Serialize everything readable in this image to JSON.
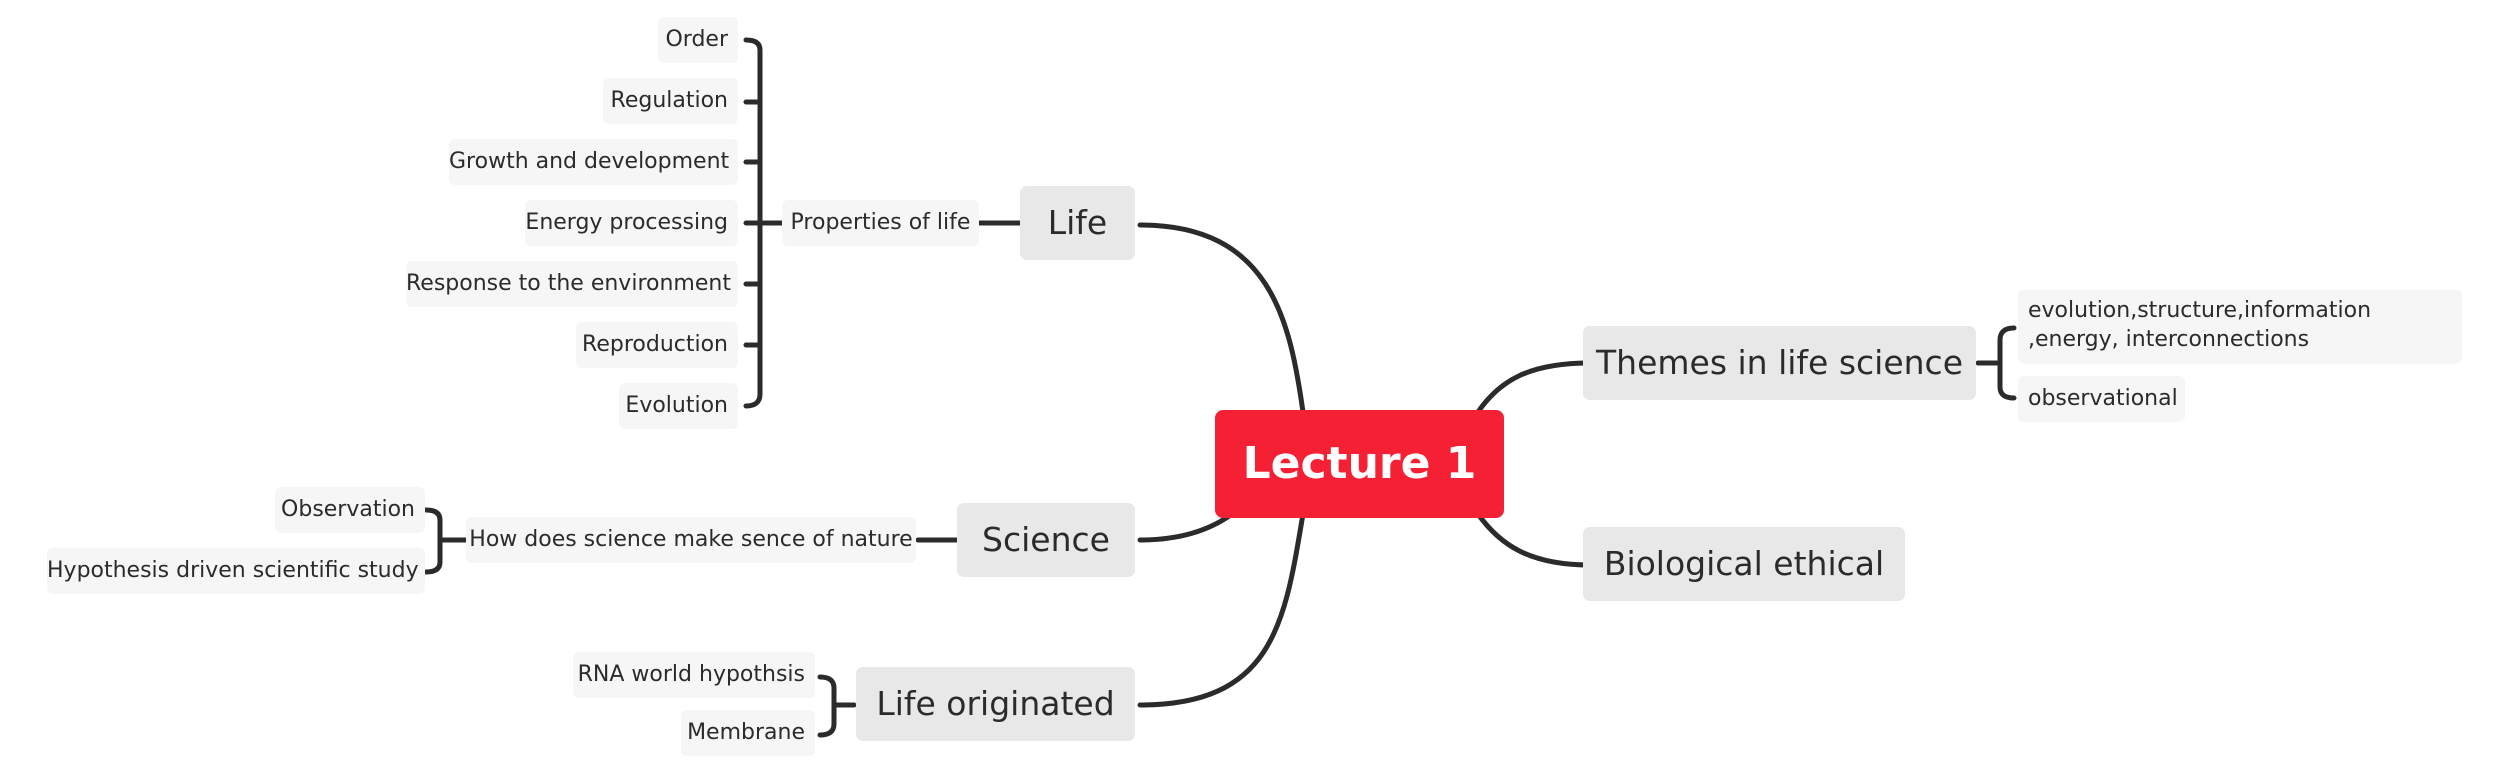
{
  "map": {
    "central": "Lecture 1",
    "life": {
      "label": "Life",
      "properties": {
        "label": "Properties of life",
        "items": [
          "Order",
          "Regulation",
          "Growth and development",
          "Energy processing",
          "Response to the environment",
          "Reproduction",
          "Evolution"
        ]
      }
    },
    "science": {
      "label": "Science",
      "how": {
        "label": "How does science make sence of nature",
        "items": [
          "Observation",
          "Hypothesis driven scientific study"
        ]
      }
    },
    "origin": {
      "label": "Life originated",
      "items": [
        "RNA world hypothsis",
        "Membrane"
      ]
    },
    "themes": {
      "label": "Themes in life science",
      "items": [
        "evolution,structure,information ,energy, interconnections",
        "observational"
      ]
    },
    "ethical": {
      "label": "Biological ethical"
    }
  },
  "colors": {
    "central": "#f52033",
    "main": "#e8e8e8",
    "leaf": "#f6f6f6",
    "connector": "#2b2b2b"
  }
}
